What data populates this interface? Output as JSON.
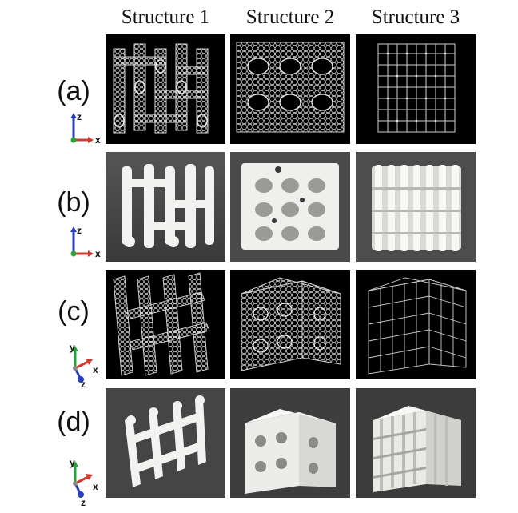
{
  "columns": [
    "Structure 1",
    "Structure 2",
    "Structure 3"
  ],
  "rows": [
    {
      "label": "(a)",
      "kind": "render",
      "axes": "zx"
    },
    {
      "label": "(b)",
      "kind": "photo",
      "axes": "zx"
    },
    {
      "label": "(c)",
      "kind": "render",
      "axes": "yxz"
    },
    {
      "label": "(d)",
      "kind": "photo",
      "axes": "yxz"
    }
  ],
  "axis_letters": {
    "x": "x",
    "y": "y",
    "z": "z"
  },
  "colors": {
    "render_bg": "#000000",
    "wire": "#d9d9d9",
    "photo_bg": "#2b2b2b",
    "print": "#f2f2f0",
    "axis_x": "#d63a2f",
    "axis_y": "#2aa33a",
    "axis_z": "#2a3fbf"
  }
}
